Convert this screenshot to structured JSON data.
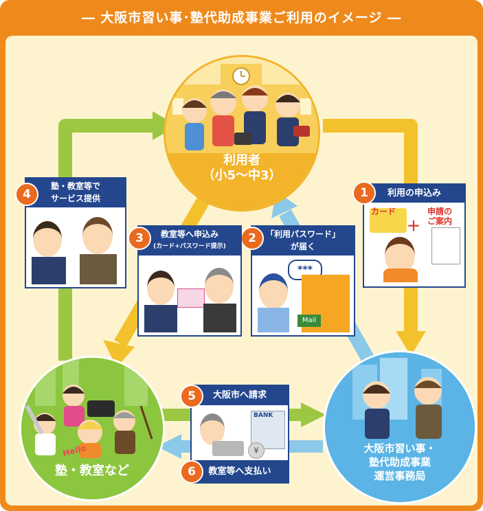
{
  "title": "― 大阪市習い事･塾代助成事業ご利用のイメージ ―",
  "colors": {
    "frame": "#ee8a1c",
    "background": "#fdf4cf",
    "box_header": "#23468d",
    "step_number": "#ea6a1f",
    "arrow_green": "#9cc743",
    "arrow_yellow": "#f3c12c",
    "arrow_blue": "#8cc8e8"
  },
  "nodes": {
    "users": {
      "line1": "利用者",
      "line2": "（小5～中3）"
    },
    "schools": {
      "label": "塾・教室など"
    },
    "office": {
      "line1": "大阪市習い事・",
      "line2": "塾代助成事業",
      "line3": "運営事務局"
    }
  },
  "steps": [
    {
      "number": "1",
      "title": "利用の申込み",
      "card_label": "カード",
      "plus": "＋",
      "doc_line1": "申請の",
      "doc_line2": "ご案内"
    },
    {
      "number": "2",
      "title_line1": "「利用パスワード」",
      "title_line2": "が届く",
      "bubble": "***",
      "mailbox": "Mail"
    },
    {
      "number": "3",
      "title_line1": "教室等へ申込み",
      "title_line2": "(カード+パスワード提示)"
    },
    {
      "number": "4",
      "title_line1": "塾・教室等で",
      "title_line2": "サービス提供"
    },
    {
      "number": "5",
      "title": "大阪市へ請求",
      "bank": "BANK"
    },
    {
      "number": "6",
      "title": "教室等へ支払い"
    }
  ],
  "decor": {
    "hello": "Hello",
    "yen": "¥"
  }
}
